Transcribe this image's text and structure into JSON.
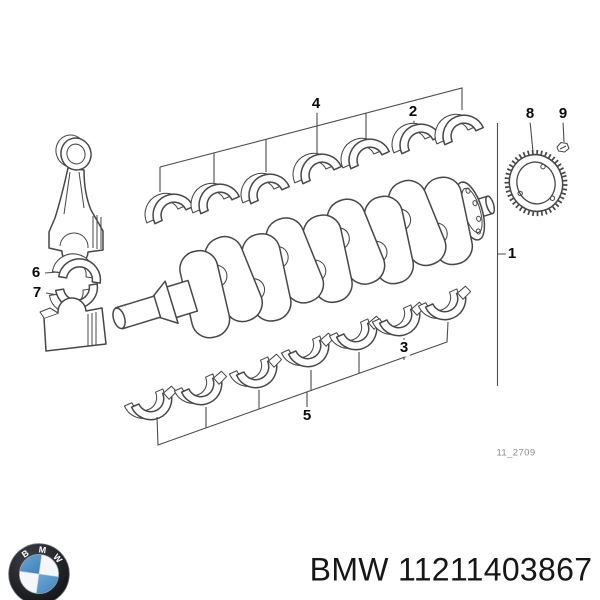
{
  "diagram": {
    "callouts": [
      {
        "label": "1"
      },
      {
        "label": "2"
      },
      {
        "label": "3"
      },
      {
        "label": "4"
      },
      {
        "label": "5"
      },
      {
        "label": "6"
      },
      {
        "label": "7"
      },
      {
        "label": "8"
      },
      {
        "label": "9"
      }
    ],
    "drawing_code": "11_2709"
  },
  "footer": {
    "brand": "BMW",
    "part_number": "11211403867",
    "logo_letters": [
      "B",
      "M",
      "W"
    ]
  },
  "colors": {
    "line": "#474747",
    "label": "#0a0a0a",
    "code_text": "#8a8a8a",
    "bmw_blue": "#3c83bd",
    "roundel_black": "#1b1c20"
  }
}
